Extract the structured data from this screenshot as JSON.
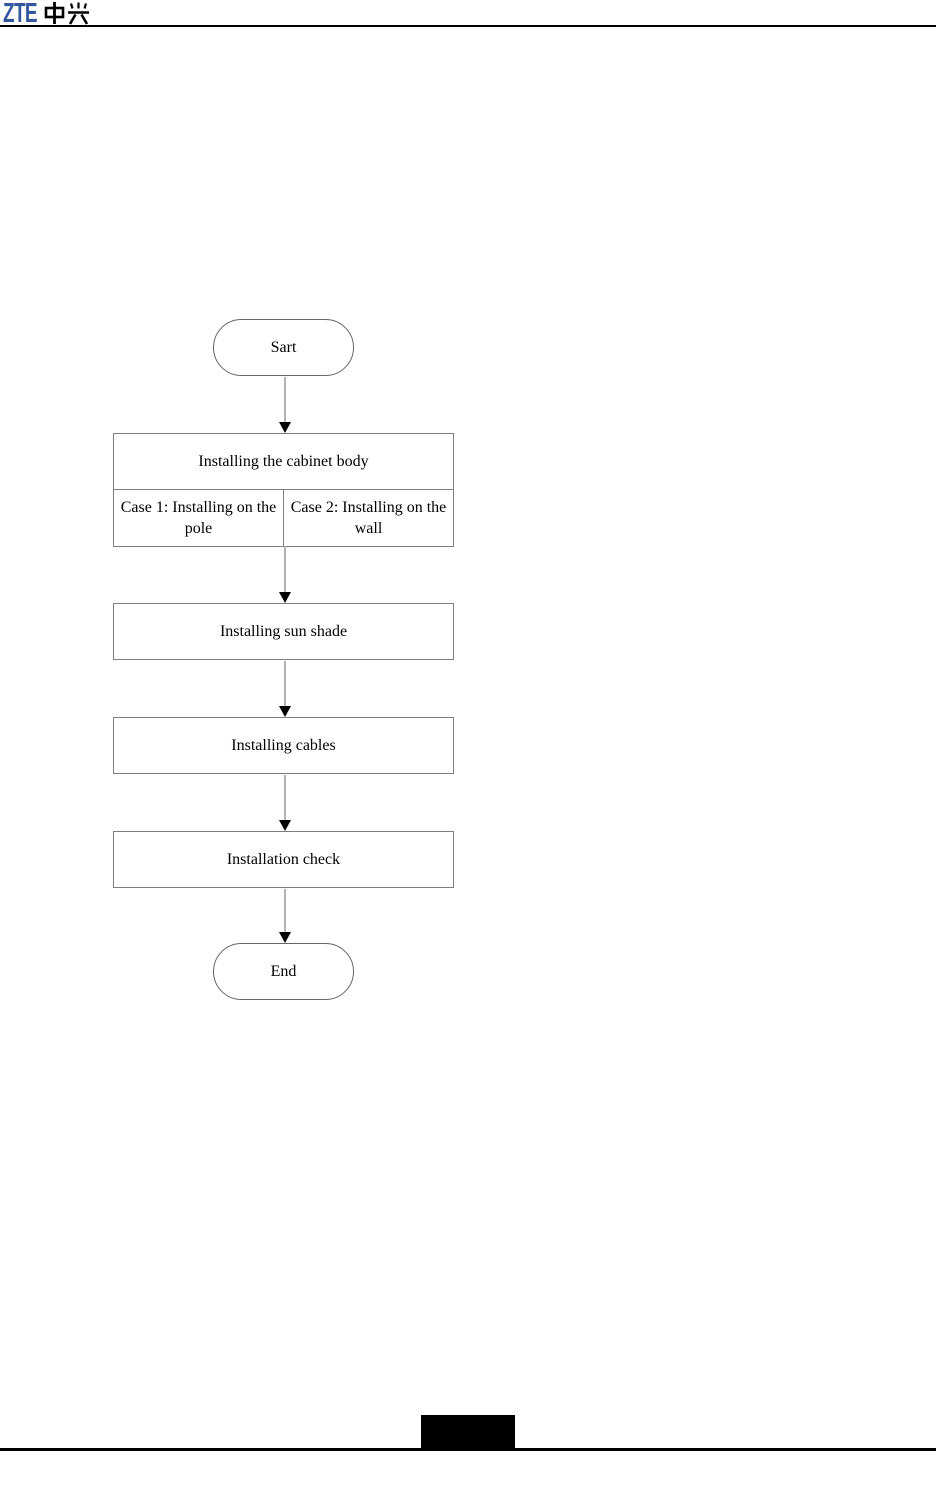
{
  "header": {
    "logo_latin": "ZTE",
    "logo_cjk": "中兴"
  },
  "flowchart": {
    "start": {
      "label": "Sart"
    },
    "cabinet": {
      "label": "Installing the cabinet body",
      "cases": [
        "Case 1: Installing on the pole",
        "Case 2: Installing on the wall"
      ]
    },
    "sunshade": {
      "label": "Installing sun shade"
    },
    "cables": {
      "label": "Installing cables"
    },
    "check": {
      "label": "Installation check"
    },
    "end": {
      "label": "End"
    }
  },
  "colors": {
    "logo_blue": "#33579F",
    "connector": "#B3B3B3",
    "arrowhead": "#000000",
    "box_border": "#7F7F7F",
    "terminator_border": "#666666",
    "rule": "#000000",
    "footer_block": "#000000",
    "text": "#000000"
  }
}
